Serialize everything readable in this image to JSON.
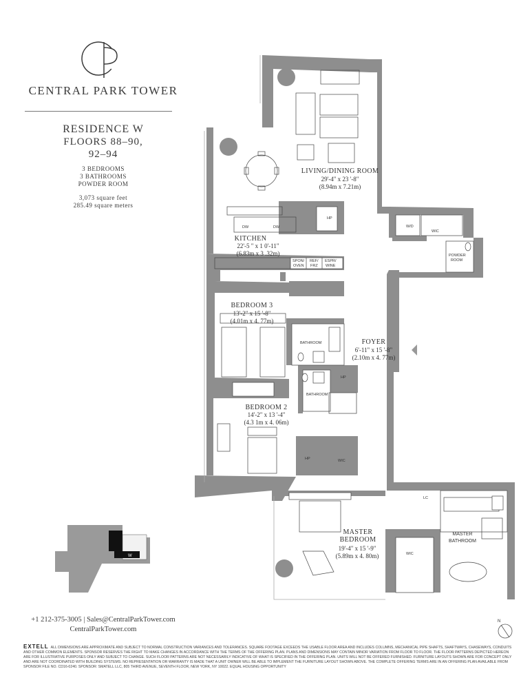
{
  "brand": {
    "logo_monogram": "CP",
    "name": "CENTRAL PARK TOWER"
  },
  "residence": {
    "title": "RESIDENCE W",
    "floors_line1": "FLOORS 88–90,",
    "floors_line2": "92–94",
    "bedrooms": "3 BEDROOMS",
    "bathrooms": "3 BATHROOMS",
    "powder": "POWDER ROOM",
    "sqft": "3,073 square feet",
    "sqm": "285.49 square meters"
  },
  "rooms": {
    "living": {
      "name": "LIVING/DINING ROOM",
      "dim_ft": "29'-4\" x 23 '-8\"",
      "dim_m": "(8.94m x 7.21m)"
    },
    "kitchen": {
      "name": "KITCHEN",
      "dim_ft": "22'-5 \" x 1 0'-11\"",
      "dim_m": "(6.83m x 3 .32m)"
    },
    "bedroom3": {
      "name": "BEDROOM 3",
      "dim_ft": "13'-2\" x 15 '-8\"",
      "dim_m": "(4.01m x 4. 77m)"
    },
    "bedroom2": {
      "name": "BEDROOM 2",
      "dim_ft": "14'-2\" x 13 '-4\"",
      "dim_m": "(4.3 1m x 4. 06m)"
    },
    "foyer": {
      "name": "FOYER",
      "dim_ft": "6'-11\" x 15 '-8\"",
      "dim_m": "(2.10m x 4. 77m)"
    },
    "master": {
      "name_line1": "MASTER",
      "name_line2": "BEDROOM",
      "dim_ft": "19'-4\" x 15 '-9\"",
      "dim_m": "(5.89m x 4. 80m)"
    },
    "master_bath_line1": "MASTER",
    "master_bath_line2": "BATHROOM"
  },
  "small_labels": {
    "hp": "HP",
    "wd": "W/D",
    "wic": "WIC",
    "powder_line1": "POWDER",
    "powder_line2": "ROOM",
    "dw": "DW",
    "spon_oven_1": "SPON/",
    "spon_oven_2": "OVEN",
    "ref_frz_1": "REF/",
    "ref_frz_2": "FRZ",
    "espr_wine_1": "ESPR/",
    "espr_wine_2": "WINE",
    "bathroom": "BATHROOM",
    "lc": "LC"
  },
  "keyplan": {
    "unit_letter": "W"
  },
  "north": {
    "letter": "N"
  },
  "contact": {
    "phone": "+1 212-375-3005",
    "separator": "|",
    "email": "Sales@CentralParkTower.com",
    "website": "CentralParkTower.com"
  },
  "disclaimer": {
    "developer": "EXTELL",
    "text": "All dimensions are approximate and subject to normal construction variances and tolerances. Square footage exceeds the usable floor area and includes columns, mechanical pipe shafts, shaftways, chaseways, conduits and other common elements. Sponsor reserves the right to make changes in accordance with the terms of the Offering Plan. Plans and dimensions may contain minor variation from floor to floor. The floor patterns depicted hereon are for illustrative purposes only and subject to change. Such floor patterns are not necessarily indicative of what is specified in the Offering Plan. Units will not be offered furnished. Furniture layouts shown are for concept only and are not coordinated with building systems. No representation or warranty is made that a unit owner will be able to implement the furniture layout shown above. The complete offering terms are in an offering plan available from Sponsor File No. CD16-0240. Sponsor: Smatell LLC, 805 Third Avenue, Seventh Floor, New York, NY 10022. Equal Housing Opportunity"
  }
}
